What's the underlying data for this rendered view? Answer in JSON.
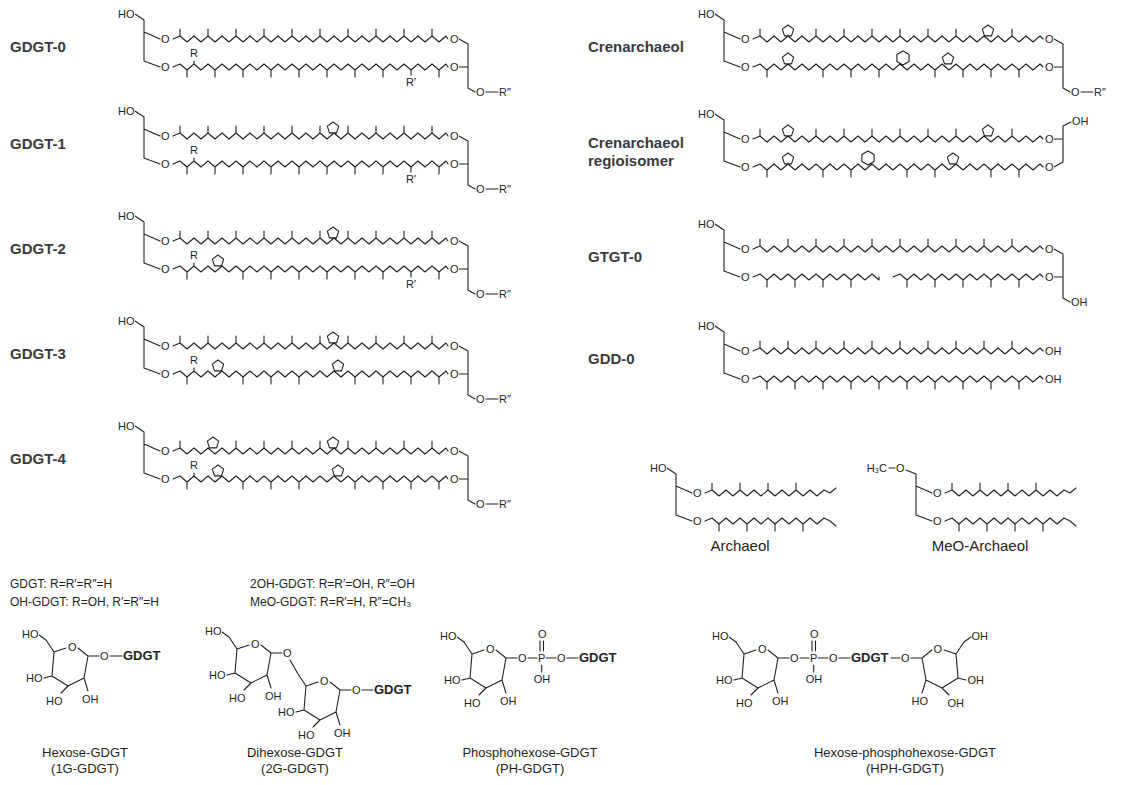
{
  "diagram": {
    "labels": [
      "GDGT-0",
      "HO",
      "O",
      "O",
      "R",
      "O",
      "O",
      "R′",
      "O",
      "R″",
      "GDGT-1",
      "HO",
      "O",
      "O",
      "R",
      "O",
      "O",
      "R′",
      "O",
      "R″",
      "GDGT-2",
      "HO",
      "O",
      "O",
      "R",
      "O",
      "O",
      "R′",
      "O",
      "R″",
      "GDGT-3",
      "HO",
      "O",
      "O",
      "R",
      "O",
      "O",
      "O",
      "R″",
      "GDGT-4",
      "HO",
      "O",
      "O",
      "R",
      "O",
      "O",
      "O",
      "R″",
      "GDGT: R=R′=R″=H",
      "2OH-GDGT: R=R′=OH, R″=OH",
      "OH-GDGT: R=OH, R′=R″=H",
      "MeO-GDGT: R=R′=H, R″=CH₃",
      "Crenarchaeol",
      "HO",
      "O",
      "O",
      "O",
      "O",
      "O",
      "R″",
      "Crenarchaeol regioisomer",
      "HO",
      "O",
      "O",
      "O",
      "O",
      "OH",
      "GTGT-0",
      "HO",
      "O",
      "O",
      "O",
      "O",
      "OH",
      "GDD-0",
      "HO",
      "O",
      "OH",
      "O",
      "OH",
      "HO",
      "O",
      "O",
      "Archaeol",
      "H₃C",
      "O",
      "O",
      "O",
      "MeO-Archaeol",
      "HO",
      "O",
      "HO",
      "HO",
      "OH",
      "O",
      "GDGT",
      "Hexose-GDGT (1G-GDGT)",
      "HO",
      "O",
      "HO",
      "HO",
      "OH",
      "O",
      "O",
      "HO",
      "HO",
      "OH",
      "O",
      "GDGT",
      "Dihexose-GDGT (2G-GDGT)",
      "HO",
      "O",
      "HO",
      "HO",
      "OH",
      "O",
      "O",
      "P",
      "OH",
      "O",
      "GDGT",
      "Phosphohexose-GDGT (PH-GDGT)",
      "HO",
      "O",
      "HO",
      "HO",
      "OH",
      "O",
      "O",
      "P",
      "OH",
      "O",
      "GDGT",
      "O",
      "OH",
      "O",
      "OH",
      "OH",
      "HO",
      "Hexose-phosphohexose-GDGT (HPH-GDGT)"
    ]
  }
}
